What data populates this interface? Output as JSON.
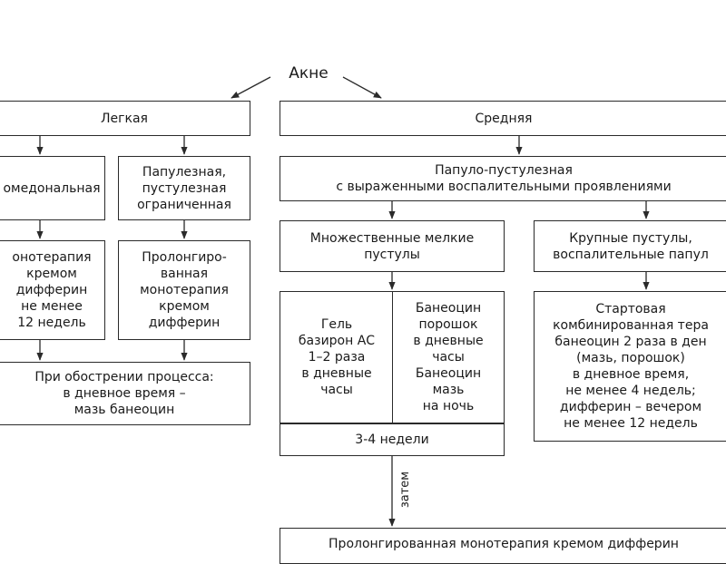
{
  "root": "Акне",
  "mild": {
    "title": "Легкая",
    "comedonal": [
      "омедональная"
    ],
    "papular": [
      "Папулезная,",
      "пустулезная",
      "ограниченная"
    ],
    "comedonal_therapy": [
      "онотерапия",
      "кремом",
      "дифферин",
      "не менее",
      "12 недель"
    ],
    "papular_therapy": [
      "Пролонгиро-",
      "ванная",
      "монотерапия",
      "кремом",
      "дифферин"
    ],
    "exacerbation": [
      "При обострении процесса:",
      "в дневное время –",
      "мазь банеоцин"
    ]
  },
  "moderate": {
    "title": "Средняя",
    "papulopustular": [
      "Папуло-пустулезная",
      "с выраженными воспалительными проявлениями"
    ],
    "small_pustules": [
      "Множественные мелкие",
      "пустулы"
    ],
    "large_pustules": [
      "Крупные пустулы,",
      "воспалительные папул"
    ],
    "gel": [
      "Гель",
      "базирон АС",
      "1–2 раза",
      "в дневные",
      "часы"
    ],
    "baneocin": [
      "Банеоцин",
      "порошок",
      "в дневные",
      "часы",
      "Банеоцин",
      "мазь",
      "на ночь"
    ],
    "starting_therapy": [
      "Стартовая",
      "комбинированная тера",
      "банеоцин 2 раза в ден",
      "(мазь, порошок)",
      "в дневное время,",
      "не менее 4 недель;",
      "дифферин – вечером",
      "не менее 12 недель"
    ],
    "duration": "3-4 недели",
    "then": "затем",
    "prolonged": [
      "Пролонгированная монотерапия кремом дифферин"
    ]
  }
}
